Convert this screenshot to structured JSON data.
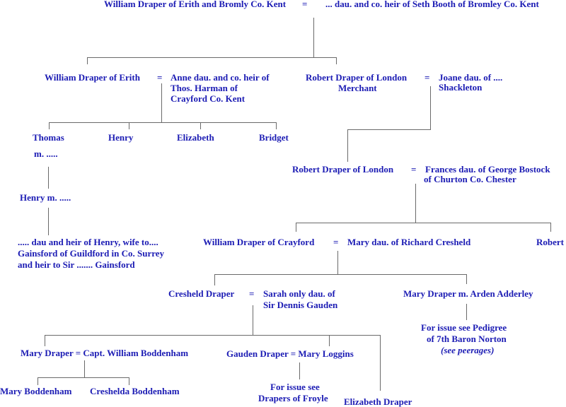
{
  "gen1": {
    "husband": "William Draper of Erith and Bromly Co. Kent",
    "eq": "=",
    "wife": "... dau. and co. heir of Seth Booth of Bromley Co. Kent"
  },
  "gen2": {
    "william": {
      "name": "William Draper of Erith",
      "eq": "=",
      "wife": [
        "Anne dau. and co. heir of",
        "Thos. Harman of",
        "Crayford Co. Kent"
      ]
    },
    "robert": {
      "name": "Robert Draper of London",
      "occupation": "Merchant",
      "eq": "=",
      "wife": [
        "Joane dau. of ....",
        "Shackleton"
      ]
    }
  },
  "erith_children": [
    "Thomas",
    "Henry",
    "Elizabeth",
    "Bridget"
  ],
  "thomas_line": {
    "thomas_marriage": "m. .....",
    "henry": "Henry m. .....",
    "heiress": [
      "..... dau and heir of Henry, wife to....",
      "Gainsford of Guildford in Co. Surrey",
      "and heir to Sir ....... Gainsford"
    ]
  },
  "gen3": {
    "name": "Robert Draper of London",
    "eq": "=",
    "wife": [
      "Frances dau. of George Bostock",
      "of Churton Co. Chester"
    ]
  },
  "gen4": {
    "name": "William Draper of Crayford",
    "eq": "=",
    "wife": "Mary dau. of Richard Cresheld",
    "sibling": "Robert"
  },
  "gen5": {
    "cresheld": {
      "name": "Cresheld Draper",
      "eq": "=",
      "wife": [
        "Sarah only dau. of",
        "Sir Dennis Gauden"
      ]
    },
    "mary": {
      "name": "Mary Draper m. Arden Adderley",
      "note": [
        "For issue see Pedigree",
        "of 7th Baron Norton",
        "(see peerages)"
      ]
    }
  },
  "gen6": {
    "mary": "Mary Draper = Capt. William Boddenham",
    "gauden": "Gauden Draper = Mary Loggins",
    "gauden_note": [
      "For issue see",
      "Drapers of Froyle"
    ],
    "elizabeth": "Elizabeth Draper"
  },
  "gen7": [
    "Mary Boddenham",
    "Creshelda Boddenham"
  ],
  "colors": {
    "text": "#1c1cb4",
    "lines": "#6a6a6a"
  }
}
